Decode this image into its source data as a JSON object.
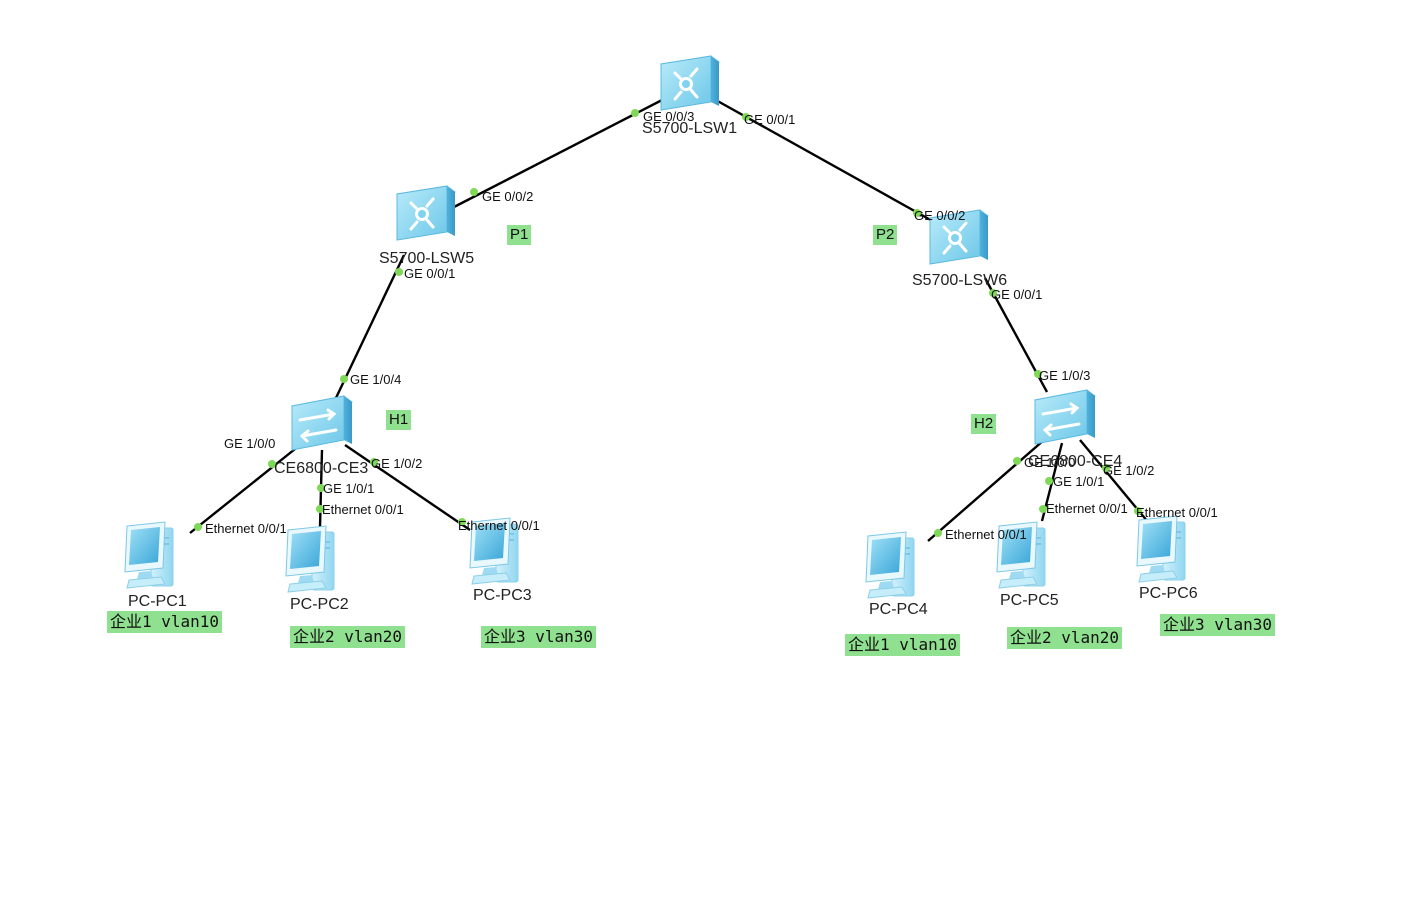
{
  "colors": {
    "link": "#000000",
    "port_dot": "#7ed957",
    "label_bg": "#8fe08f",
    "device": "#7fd3ef"
  },
  "devices": {
    "lsw1": {
      "name": "S5700-LSW1",
      "icon": "l3-switch-icon"
    },
    "lsw5": {
      "name": "S5700-LSW5",
      "icon": "l3-switch-icon"
    },
    "lsw6": {
      "name": "S5700-LSW6",
      "icon": "l3-switch-icon"
    },
    "ce3": {
      "name": "CE6800-CE3",
      "icon": "l2-switch-icon"
    },
    "ce4": {
      "name": "CE6800-CE4",
      "icon": "l2-switch-icon"
    },
    "pc1": {
      "name": "PC-PC1",
      "icon": "pc-icon"
    },
    "pc2": {
      "name": "PC-PC2",
      "icon": "pc-icon"
    },
    "pc3": {
      "name": "PC-PC3",
      "icon": "pc-icon"
    },
    "pc4": {
      "name": "PC-PC4",
      "icon": "pc-icon"
    },
    "pc5": {
      "name": "PC-PC5",
      "icon": "pc-icon"
    },
    "pc6": {
      "name": "PC-PC6",
      "icon": "pc-icon"
    }
  },
  "ports": {
    "lsw1_to_lsw5": "GE 0/0/3",
    "lsw1_to_lsw6": "GE 0/0/1",
    "lsw5_up": "GE 0/0/2",
    "lsw5_down": "GE 0/0/1",
    "lsw6_up": "GE 0/0/2",
    "lsw6_down": "GE 0/0/1",
    "ce3_up": "GE 1/0/4",
    "ce3_pc1": "GE 1/0/0",
    "ce3_pc2": "GE 1/0/1",
    "ce3_pc3": "GE 1/0/2",
    "ce4_up": "GE 1/0/3",
    "ce4_pc4": "GE 1/0/0",
    "ce4_pc5": "GE 1/0/1",
    "ce4_pc6": "GE 1/0/2",
    "pc1_eth": "Ethernet 0/0/1",
    "pc2_eth": "Ethernet 0/0/1",
    "pc3_eth": "Ethernet 0/0/1",
    "pc4_eth": "Ethernet 0/0/1",
    "pc5_eth": "Ethernet 0/0/1",
    "pc6_eth": "Ethernet 0/0/1"
  },
  "tags": {
    "p1": "P1",
    "p2": "P2",
    "h1": "H1",
    "h2": "H2"
  },
  "notes": {
    "pc1": "企业1 vlan10",
    "pc2": "企业2 vlan20",
    "pc3": "企业3 vlan30",
    "pc4": "企业1 vlan10",
    "pc5": "企业2 vlan20",
    "pc6": "企业3 vlan30"
  }
}
